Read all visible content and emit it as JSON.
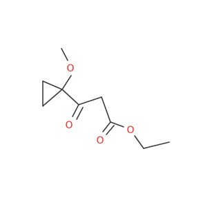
{
  "molecule": {
    "atoms": [
      {
        "id": "O_methoxy",
        "label": "O",
        "color": "#e8302a"
      },
      {
        "id": "O_ketone",
        "label": "O",
        "color": "#e8302a"
      },
      {
        "id": "O_carbonyl",
        "label": "O",
        "color": "#e8302a"
      },
      {
        "id": "O_ester",
        "label": "O",
        "color": "#e8302a"
      }
    ],
    "bond_color": "#3a3a3a"
  }
}
